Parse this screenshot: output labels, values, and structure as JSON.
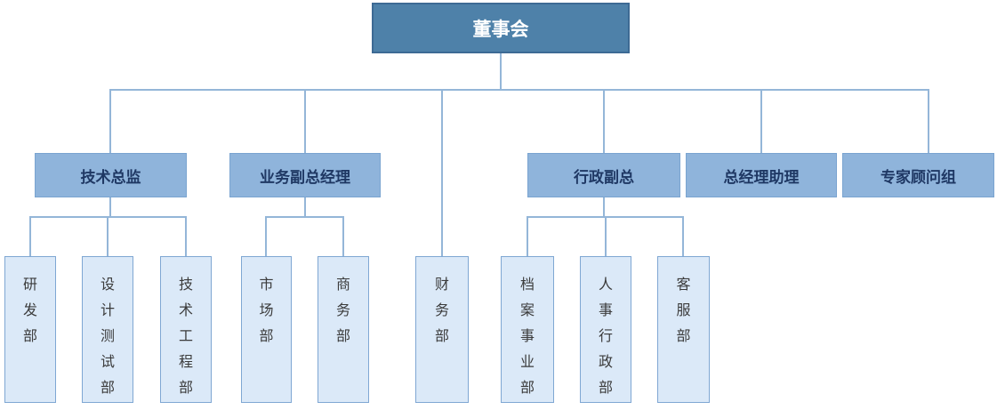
{
  "org_chart": {
    "type": "organization-chart",
    "root": {
      "label": "董事会"
    },
    "managers": [
      {
        "label": "技术总监",
        "parent": "董事会"
      },
      {
        "label": "业务副总经理",
        "parent": "董事会"
      },
      {
        "label": "行政副总",
        "parent": "董事会"
      },
      {
        "label": "总经理助理",
        "parent": "董事会"
      },
      {
        "label": "专家顾问组",
        "parent": "董事会"
      }
    ],
    "departments": [
      {
        "label": "研发部",
        "parent": "技术总监"
      },
      {
        "label": "设计测试部",
        "parent": "技术总监"
      },
      {
        "label": "技术工程部",
        "parent": "技术总监"
      },
      {
        "label": "市场部",
        "parent": "业务副总经理"
      },
      {
        "label": "商务部",
        "parent": "业务副总经理"
      },
      {
        "label": "财务部",
        "parent": "董事会"
      },
      {
        "label": "档案事业部",
        "parent": "行政副总"
      },
      {
        "label": "人事行政部",
        "parent": "行政副总"
      },
      {
        "label": "客服部",
        "parent": "行政副总"
      }
    ],
    "colors": {
      "root_fill": "#4E81A9",
      "root_border": "#3D6A94",
      "root_text": "#FFFFFF",
      "manager_fill": "#8FB4DB",
      "manager_border": "#7AA4D0",
      "manager_text": "#1F3864",
      "department_fill": "#DBE9F8",
      "department_border": "#7FA7D3",
      "department_text": "#3B3B3B",
      "connector": "#94B6D8",
      "background": "#FFFFFF"
    }
  }
}
